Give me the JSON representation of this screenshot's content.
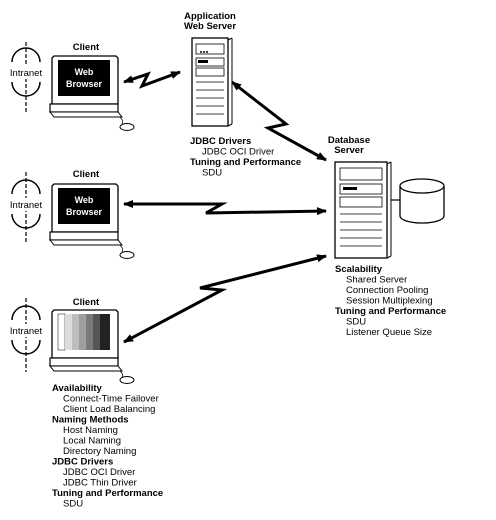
{
  "app_server": {
    "title_line1": "Application",
    "title_line2": "Web Server"
  },
  "db_server": {
    "title_line1": "Database",
    "title_line2": "Server"
  },
  "clients": [
    {
      "label": "Client",
      "network": "Intranet",
      "screen_line1": "Web",
      "screen_line2": "Browser"
    },
    {
      "label": "Client",
      "network": "Intranet",
      "screen_line1": "Web",
      "screen_line2": "Browser"
    },
    {
      "label": "Client",
      "network": "Intranet"
    }
  ],
  "app_features": [
    {
      "text": "JDBC Drivers",
      "heading": true
    },
    {
      "text": "JDBC OCI Driver",
      "heading": false
    },
    {
      "text": "Tuning and Performance",
      "heading": true
    },
    {
      "text": "SDU",
      "heading": false
    }
  ],
  "db_features": [
    {
      "text": "Scalability",
      "heading": true
    },
    {
      "text": "Shared Server",
      "heading": false
    },
    {
      "text": "Connection Pooling",
      "heading": false
    },
    {
      "text": "Session Multiplexing",
      "heading": false
    },
    {
      "text": "Tuning and Performance",
      "heading": true
    },
    {
      "text": "SDU",
      "heading": false
    },
    {
      "text": "Listener Queue Size",
      "heading": false
    }
  ],
  "client_features": [
    {
      "text": "Availability",
      "heading": true
    },
    {
      "text": "Connect-Time Failover",
      "heading": false
    },
    {
      "text": "Client Load Balancing",
      "heading": false
    },
    {
      "text": "Naming Methods",
      "heading": true
    },
    {
      "text": "Host Naming",
      "heading": false
    },
    {
      "text": "Local Naming",
      "heading": false
    },
    {
      "text": "Directory Naming",
      "heading": false
    },
    {
      "text": "JDBC Drivers",
      "heading": true
    },
    {
      "text": "JDBC OCI Driver",
      "heading": false
    },
    {
      "text": "JDBC Thin Driver",
      "heading": false
    },
    {
      "text": "Tuning and Performance",
      "heading": true
    },
    {
      "text": "SDU",
      "heading": false
    }
  ]
}
